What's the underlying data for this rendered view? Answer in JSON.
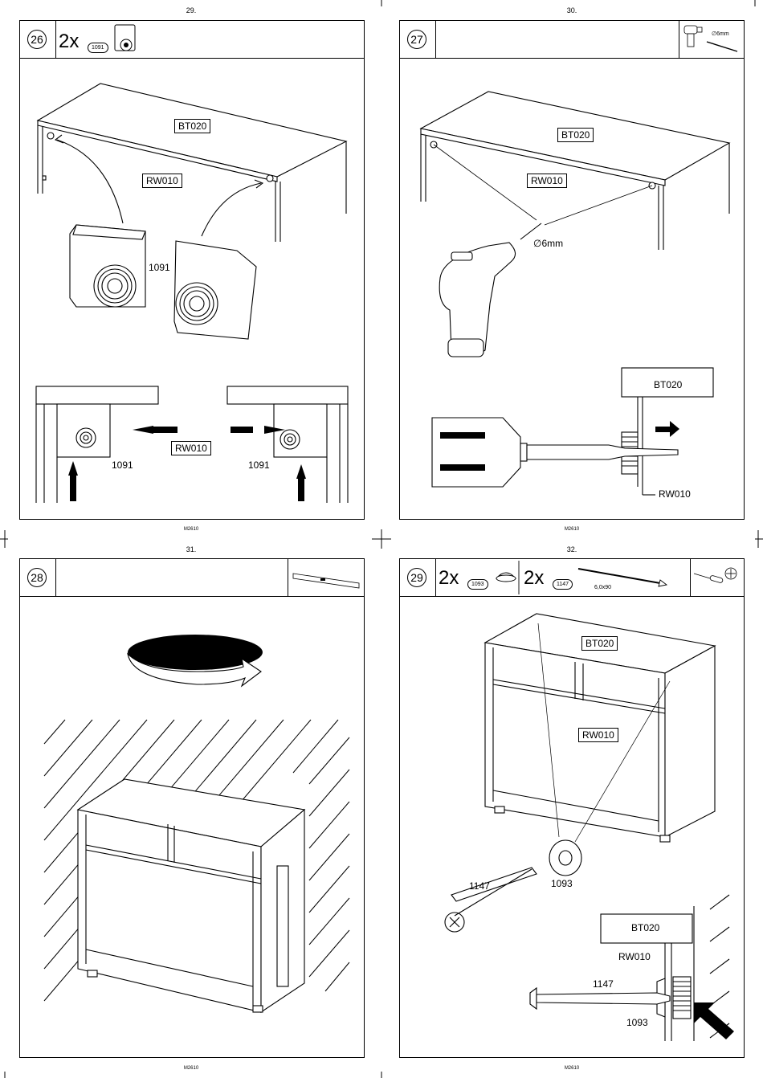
{
  "pages": [
    {
      "page_number": "29.",
      "footer": "M2610",
      "step": "26",
      "header_qty": "2x",
      "header_part": "1091",
      "labels": {
        "top": "BT020",
        "mid": "RW010",
        "part_center": "1091",
        "bottom_center": "RW010",
        "bottom_left": "1091",
        "bottom_right": "1091"
      }
    },
    {
      "page_number": "30.",
      "footer": "M2610",
      "step": "27",
      "tool_label": "∅6mm",
      "labels": {
        "top": "BT020",
        "mid": "RW010",
        "drill": "∅6mm",
        "detail_top": "BT020",
        "detail_bottom": "RW010"
      }
    },
    {
      "page_number": "31.",
      "footer": "M2610",
      "step": "28"
    },
    {
      "page_number": "32.",
      "footer": "M2610",
      "step": "29",
      "header_qty_1": "2x",
      "header_part_1": "1093",
      "header_qty_2": "2x",
      "header_part_2": "1147",
      "screw_size": "6,0x90",
      "labels": {
        "top": "BT020",
        "mid": "RW010",
        "screw": "1147",
        "cap": "1093",
        "detail_top": "BT020",
        "detail_rw": "RW010",
        "detail_screw": "1147",
        "detail_cap": "1093"
      }
    }
  ],
  "icons": [
    "crop-mark",
    "drill-icon",
    "drill-bit-icon",
    "spirit-level-icon",
    "screwdriver-icon",
    "phillips-icon",
    "rotate-arrow-icon"
  ]
}
